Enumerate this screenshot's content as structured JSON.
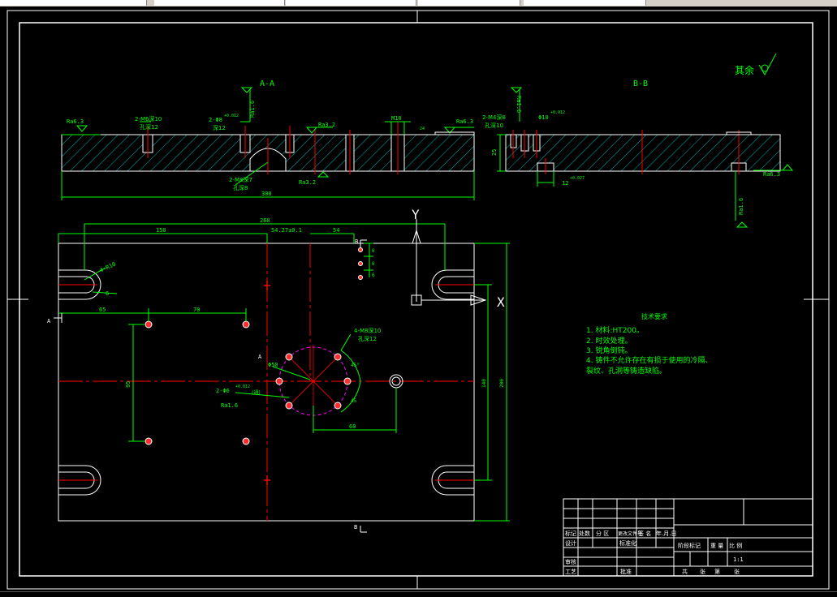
{
  "colors": {
    "background": "#000000",
    "outline": "#ffffff",
    "dimension": "#00ff00",
    "hatch": "#00b4b4",
    "center": "#ff0000",
    "pitch": "#ff00ff",
    "hole": "#ff3030",
    "text": "#00ff00"
  },
  "sections": {
    "aa": "A-A",
    "bb": "B-B",
    "view_label_a": "A",
    "view_label_b": "B",
    "axis_y": "Y",
    "axis_x": "X"
  },
  "roughness_other": "其余",
  "aa_labels": {
    "ra1": "Ra6.3",
    "thread1": "2-M6深10",
    "thread1b": "孔深12",
    "hole2": "2-Φ8",
    "hole2tol": "+0.012",
    "hole2depth": "深12",
    "vert_ra": "Ra1.6",
    "ra2": "Ra3.2",
    "m10": "M10",
    "ra3": "Ra6.3",
    "small": "24",
    "thread3": "2-M8深7",
    "thread3b": "孔深8",
    "ra4": "Ra3.2",
    "width": "300"
  },
  "bb_labels": {
    "vert_ra": "Ra1.6",
    "thread": "2-M4深8",
    "threadb": "孔深10",
    "d10": "Φ10",
    "d10tol": "+0.012",
    "depth": "25",
    "d12": "12",
    "d12tol": "+0.027",
    "ra": "Ra6.3",
    "vert_ra2": "Ra1.6"
  },
  "plan_labels": {
    "d260": "260",
    "d150": "150",
    "d54tol": "54.27±0.1",
    "d54": "54",
    "r_label": "4-R10",
    "r6": "6",
    "d65": "65",
    "d70": "70",
    "d95": "95",
    "pcd": "Φ50",
    "pin": "2-Φ6",
    "pintol": "+0.012",
    "pin_note": "(通)",
    "ra_pin": "Ra1.6",
    "m8": "4-M8深10",
    "m8b": "孔深12",
    "ang1": "45°",
    "ang2": "45",
    "d60": "60",
    "d140": "140",
    "d200": "200",
    "s1": "6",
    "s2": "6",
    "s3": "6",
    "b_top": "B",
    "a_left": "A",
    "b_bottom": "B",
    "a_mid": "A"
  },
  "tech_requirements": {
    "title": "技术要求",
    "items": [
      "1. 材料:HT200。",
      "2. 时效处理。",
      "3. 锐角倒钝。",
      "4. 铸件不允许存在有损于使用的冷隔、",
      "裂纹、孔洞等铸造缺陷。"
    ]
  },
  "title_block": {
    "r1c1": "标记",
    "r1c2": "处数",
    "r1c3": "分 区",
    "r1c4": "更改文件号",
    "r1c5": "签 名",
    "r1c6": "年.月.日",
    "design": "设计",
    "std": "标准化",
    "stage": "阶段标记",
    "weight": "重 量",
    "scale": "比 例",
    "scale_val": "1:1",
    "check": "审核",
    "process": "工艺",
    "approve": "批准",
    "total": "共",
    "sheet": "张",
    "page": "第",
    "page2": "张"
  }
}
